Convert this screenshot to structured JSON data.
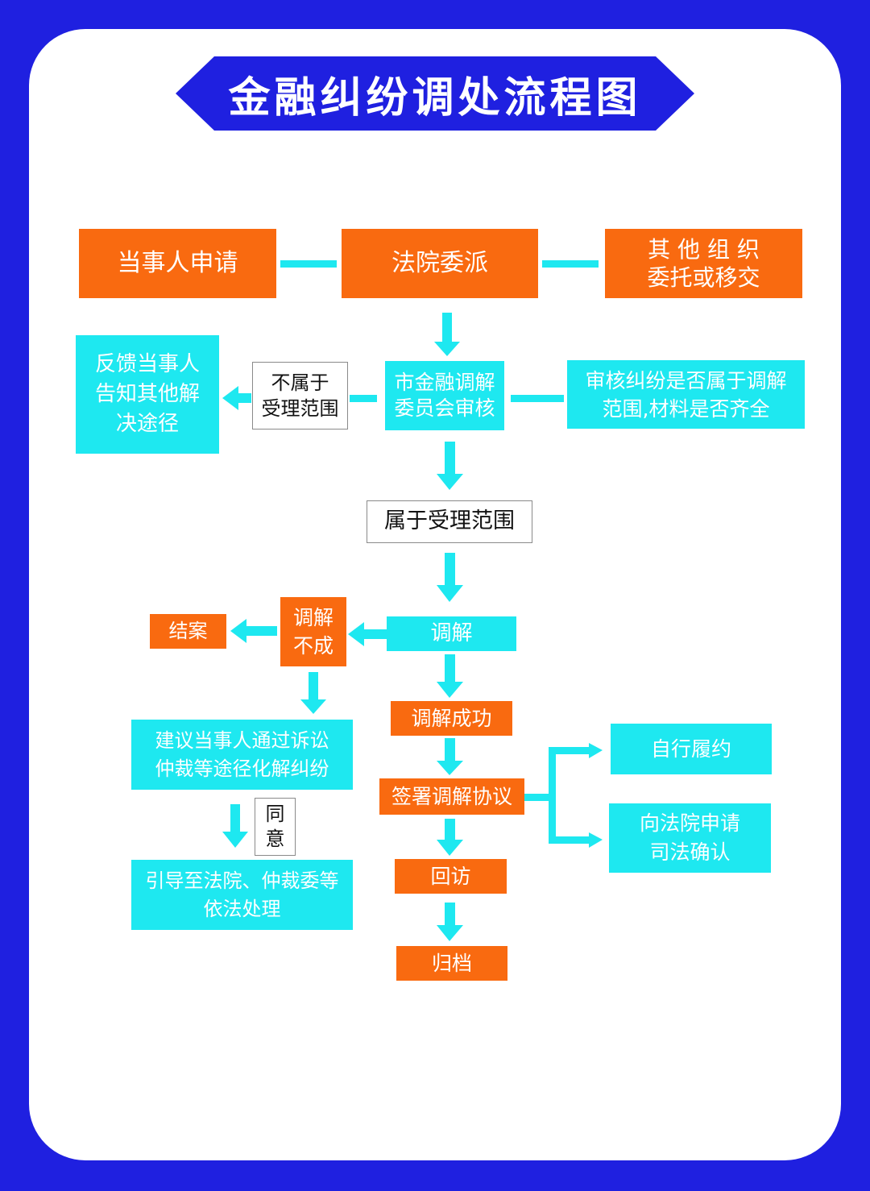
{
  "title": "金融纠纷调处流程图",
  "colors": {
    "frame": "#1f20e0",
    "orange": "#f96a10",
    "cyan": "#1ee8f0",
    "arrow": "#1ee8f0"
  },
  "sources": {
    "party": "当事人申请",
    "court": "法院委派",
    "other": "其 他 组 织\n委托或移交"
  },
  "review": {
    "committee": "市金融调解\n委员会审核",
    "criteria": "审核纠纷是否属于调解\n范围,材料是否齐全",
    "out_of_scope": "不属于\n受理范围",
    "feedback": "反馈当事人\n告知其他解\n决途径"
  },
  "in_scope": "属于受理范围",
  "mediation": {
    "mediate": "调解",
    "failed": "调解\n不成",
    "close_case": "结案",
    "suggest": "建议当事人通过诉讼\n仲裁等途径化解纠纷",
    "agree": "同\n意",
    "guide": "引导至法院、仲裁委等\n依法处理",
    "success": "调解成功",
    "sign": "签署调解协议",
    "self_perform": "自行履约",
    "court_confirm": "向法院申请\n司法确认",
    "revisit": "回访",
    "archive": "归档"
  }
}
